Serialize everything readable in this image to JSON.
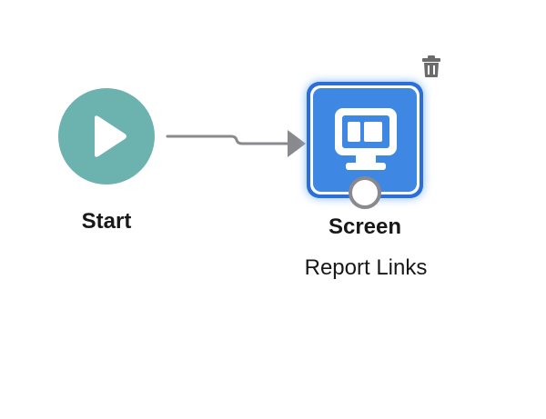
{
  "flow": {
    "start_node": {
      "label": "Start",
      "icon": "play-icon",
      "color": "#6cb3b0"
    },
    "screen_node": {
      "type_label": "Screen",
      "name": "Report Links",
      "icon": "screen-icon",
      "color": "#3e88e4",
      "selected": true,
      "delete_icon": "trash-icon"
    },
    "connector": {
      "from": "Start",
      "to": "Screen",
      "color": "#8a8a8e"
    }
  }
}
